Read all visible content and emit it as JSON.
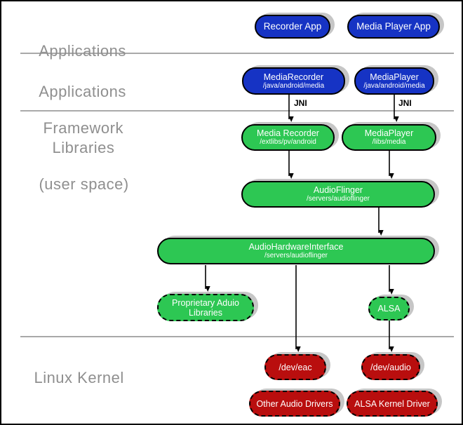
{
  "colors": {
    "blue": "#1633c4",
    "green": "#2dc753",
    "red": "#b90e0e",
    "shadow": "#c6c6c6",
    "section_label": "#8f8f8f",
    "divider": "#a9a9a9"
  },
  "sections": {
    "applications": {
      "label": "Applications"
    },
    "framework": {
      "line1": "Applications",
      "line2": "Framework"
    },
    "libraries": {
      "line1": "Libraries",
      "line2": "(user space)"
    },
    "kernel": {
      "label": "Linux Kernel"
    }
  },
  "edges": {
    "jni_left": "JNI",
    "jni_right": "JNI"
  },
  "nodes": {
    "recorder_app": {
      "title": "Recorder App"
    },
    "media_player_app": {
      "title": "Media Player App"
    },
    "media_recorder_framework": {
      "title": "MediaRecorder",
      "path": "/java/android/media"
    },
    "media_player_framework": {
      "title": "MediaPlayer",
      "path": "/java/android/media"
    },
    "media_recorder_lib": {
      "title": "Media Recorder",
      "path": "/extlibs/pv/android"
    },
    "media_player_lib": {
      "title": "MediaPlayer",
      "path": "/libs/media"
    },
    "audio_flinger": {
      "title": "AudioFlinger",
      "path": "/servers/audioflinger"
    },
    "audio_hardware_interface": {
      "title": "AudioHardwareInterface",
      "path": "/servers/audioflinger"
    },
    "proprietary_audio_libraries": {
      "line1": "Proprietary Aduio",
      "line2": "Libraries"
    },
    "alsa": {
      "title": "ALSA"
    },
    "dev_eac": {
      "title": "/dev/eac"
    },
    "dev_audio": {
      "title": "/dev/audio"
    },
    "other_audio_drivers": {
      "title": "Other Audio Drivers"
    },
    "alsa_kernel_driver": {
      "title": "ALSA Kernel Driver"
    }
  }
}
